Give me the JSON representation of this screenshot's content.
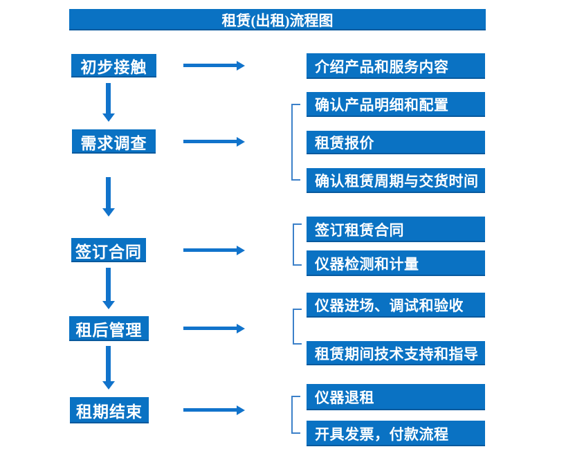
{
  "title": "租赁(出租)流程图",
  "colors": {
    "box_fill": "#0a72c3",
    "arrow": "#1173cb",
    "bracket": "#3b80c9",
    "text": "#ffffff",
    "background": "#ffffff"
  },
  "steps": [
    {
      "label": "初步接触",
      "outputs": [
        "介绍产品和服务内容"
      ]
    },
    {
      "label": "需求调查",
      "outputs": [
        "确认产品明细和配置",
        "租赁报价",
        "确认租赁周期与交货时间"
      ]
    },
    {
      "label": "签订合同",
      "outputs": [
        "签订租赁合同",
        "仪器检测和计量"
      ]
    },
    {
      "label": "租后管理",
      "outputs": [
        "仪器进场、调试和验收",
        "租赁期间技术支持和指导"
      ]
    },
    {
      "label": "租期结束",
      "outputs": [
        "仪器退租",
        "开具发票，付款流程"
      ]
    }
  ]
}
